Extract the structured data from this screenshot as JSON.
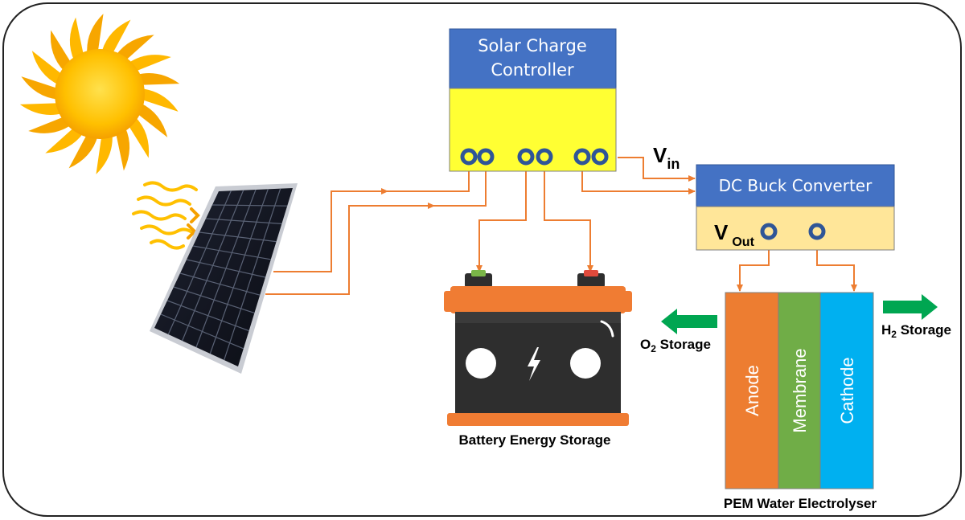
{
  "charge_controller": {
    "title_line1": "Solar Charge",
    "title_line2": "Controller"
  },
  "buck_converter": {
    "title": "DC Buck Converter",
    "vout_label_main": "V",
    "vout_label_sub": "Out"
  },
  "vin_label": {
    "main": "V",
    "sub": "in"
  },
  "battery": {
    "caption": "Battery Energy Storage"
  },
  "electrolyser": {
    "caption": "PEM Water Electrolyser",
    "layers": [
      "Anode",
      "Membrane",
      "Cathode"
    ]
  },
  "o2_storage": {
    "pre": "O",
    "sub": "2",
    "post": " Storage"
  },
  "h2_storage": {
    "pre": "H",
    "sub": "2",
    "post": " Storage"
  },
  "colors": {
    "wire": "#ed7d31",
    "controller_header": "#4472c4",
    "controller_body": "#ffff33",
    "converter_body": "#ffe699",
    "terminal": "#2f5597",
    "anode": "#ed7d31",
    "membrane": "#70ad47",
    "cathode": "#00b0f0",
    "gas_arrow": "#00a651",
    "battery_case": "#f07c33",
    "battery_body": "#2e2e2e",
    "sun": "#ffc000"
  }
}
